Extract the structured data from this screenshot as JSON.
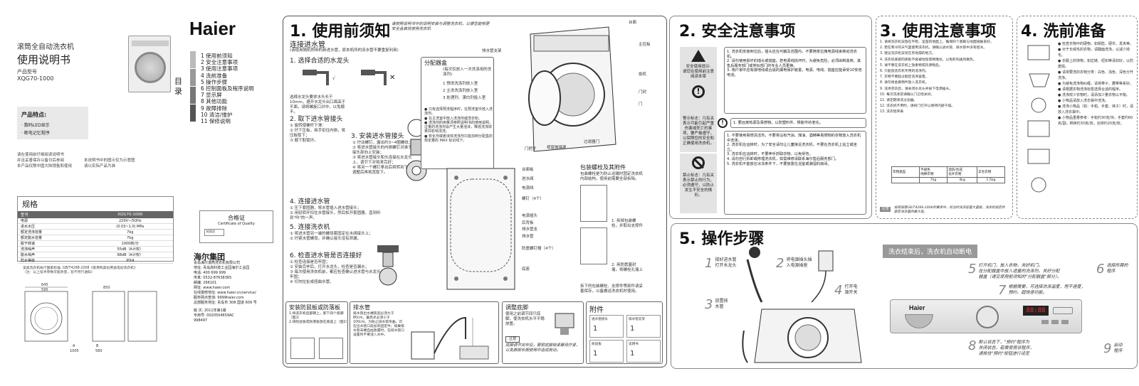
{
  "cover": {
    "sub": "滚筒全自动洗衣机",
    "title": "使用说明书",
    "model_label": "产品型号",
    "model": "XQG70-1000",
    "features_title": "产品特点:",
    "features": [
      "· 数码LED显示",
      "· 断电记忆程序"
    ],
    "note_left": "请在使用前仔细阅读说明书\n并且妥善保存以备日后参阅\n本产品仅限中国大陆销售和使用",
    "note_right": "本说明书中的图示仅为示意图\n请以实际产品为准",
    "spec_title": "规格",
    "spec_header": [
      "型号",
      "XQG70-1000"
    ],
    "spec_rows": [
      [
        "电源",
        "220V~/50Hz"
      ],
      [
        "进水水压",
        "(0.03~1.0) MPa"
      ],
      [
        "额定洗涤容量",
        "7kg"
      ],
      [
        "额定脱水容量",
        "7kg"
      ],
      [
        "脱干转速",
        "1000转/分"
      ],
      [
        "洗涤噪声",
        "55dB（A计权）"
      ],
      [
        "脱水噪声",
        "68dB（A计权）"
      ],
      [
        "防水等级",
        "IPX4"
      ]
    ],
    "std_note": "该类洗衣机执行国家标准: GB/T4288-2008《家用和类似用途电动洗衣机》\n（注：以上技术参数可能改变，恕不另行通知）",
    "dims": [
      "645",
      "595",
      "850",
      "A",
      "B",
      "1005",
      "580"
    ]
  },
  "toc": {
    "brand": "Haier",
    "label": "目录",
    "items": [
      "1  使用前须知",
      "2  安全注意事项",
      "3  使用注意事项",
      "4  洗前准备",
      "5  操作步骤",
      "6  控制面板及程序说明",
      "7  显示屏",
      "8  其他功能",
      "9  故障排除",
      "10  清洁/维护",
      "11  保修说明"
    ],
    "cert_title": "合格证",
    "cert_sub": "Certificate of Quality",
    "cert_tag": "检验员",
    "company_logo": "海尔集团",
    "company": "青岛海尔滚筒洗衣机有限公司\n地址: 青岛高科技工业园海尔工业园\n电话: 400 699 999\n传真: 0532-87638365\n邮编: 266101\n网址: www.haier.com\n在线报修地址: www.haier.cn/service/\n服务网点查询: 9999haier.com\n总部服务地址: 青岛市 308 国道 609 号",
    "edition": "版 次: 2011年第1版\n专用号: 0020504659AC\n998497"
  },
  "section1": {
    "title": "1. 使用前须知",
    "note": "请按照说明书中的说明安装与调整洗衣机，以便您能够更安全且高效使用洗衣机",
    "water_title": "连接进水管",
    "water_note": "(请使用随机附带的新进水管，原本机所的旧水管不要重复利用)",
    "step1": "1. 选择合适的水龙头",
    "step1_caption": "选择水龙头要求水头长于10mm，避开水龙头出口面高于平面，请将螺旋口对中，以免顺不。",
    "step2": "2. 取下进水管接头",
    "step2_list": "① 旋转使螺杆下滑：\n② 拧下压板，用手扣住内侧，将压板取下；\n③ 顺下取锁环。",
    "step3": "3. 安装进水管接头",
    "step3_list": "① 拧动螺钉，露出约3~4圈螺纹；\n② 将进水管接头的内侧螺钉对准于将接头部向上安装；\n③ 将进水管接头和头连接在水龙头上，调节下对将来完好；\n④ 将另一个螺钉拿出后将转到下方，调整后再将其取下。",
    "step4": "4. 连接进水管",
    "step4_list": "① 压下套固器，将水管插入进水管接头；\n② 用轻转环扣住水管接头，然后松开套固器，直到听到\"咔\"的一声。",
    "step5": "5. 连接洗衣机",
    "step5_list": "① 将进水管另一端的螺母套固定在水阀接头上；\n② 拧紧水管螺母，并确认接头没有泄漏。",
    "step6": "6. 检查进水管是否连接好",
    "step6_list": "① 检查连接是否牢固；\n② 安装完毕后，打开水龙头，检查是否漏水；\n③ 每次使用洗衣机前，都应检查确认进水管与水龙头连接牢固；\n④ 切勿拉扯或扭曲水管。",
    "dispenser_title": "分配器盒",
    "dispenser_sub": "(每次仅放入一次洗涤用的洗涤剂)",
    "dispenser_items": [
      "1 预洗洗涤剂放入室",
      "2 主洗洗涤剂放入室",
      "3 处理剂、漂白剂投入室"
    ],
    "dispenser_notes": "● 只有选择预洗程序时，在预洗室中放入洗涤剂。\n● 在主洗室中放入洗涤剂或洗衣粉。\n● 洗涤剂的用量须参照说明书的使用说明，过量的洗涤剂会产生大量泡沫，降低洗涤效果并影响漂洗。\n● 软化剂或者液体洗涤剂只能加到分配盒的规定量的 MAX 标识线下。",
    "parts_top": [
      "台面",
      "主控板",
      "扳机",
      "门",
      "排水管支架",
      "门把手",
      "衣物投入口",
      "视窗玻璃罩",
      "门封",
      "过滤器门"
    ],
    "parts_back": [
      "台面板",
      "进水阀",
      "电源线",
      "螺钉（4个）",
      "电源插头",
      "后背板",
      "排水管支",
      "排水管",
      "防震螺钉帽（4个）",
      "底座"
    ],
    "transport_title": "包装螺栓及其附件",
    "transport_note": "包装螺栓是为防止运输时固定洗衣机内部结构，使用前需要全部拆除。",
    "transport_steps": [
      "1. 拆掉包装螺栓，并取出支撑件",
      "2. 用防震塞封堵，将螺栓孔堵上"
    ],
    "transport_foot": "拆下的包装螺栓、支撑件等部件请妥善保存，以备搬运洗衣机时使用。",
    "install_title": "安装防鼠板或防落板",
    "install_note": "1.将洗衣机后部朝上，卸下四个底脚（图1）\n2.将防鼠板或防落板放在底座上（图2）",
    "drain_title": "排水管",
    "drain_note": "排水管出水端高度必须大于80cm，最高点必须小于100cm。为防止排水管弯曲，可在出水管口处加装固定件；如果排水管末端自由放置时，在排水管口设置时不要浸入水中。",
    "level_title": "调整底脚",
    "level_note": "使用之前调节四只底脚，使洗衣机水平平稳放置。",
    "level_hint": "注意",
    "level_warn": "底脚调节完毕后，要把底脚锁紧螺母拧紧，以免脚部长期使用中造成晃动。",
    "acc_title": "附件",
    "acc_items": [
      [
        "进水管接头",
        "1"
      ],
      [
        "排水管支架",
        "1"
      ],
      [
        "防鼠板",
        "1"
      ],
      [
        "说明书",
        "1"
      ]
    ]
  },
  "section2": {
    "title": "2. 安全注意事项",
    "warn_side": "安全使用提示:\n请您在使用前注意阅读本章",
    "attn_side": "警示标志：凡有关表示可能引起严重伤害或死亡的事项，要严格遵守，以保障您的安全和正确使用洗衣机。",
    "ban_side": "禁止标志：凡有关表示禁止的行为，必须遵守，以防止发生不安全的情形。",
    "warn_list": "1. 洗衣机安装到位后，插头应在可触及范围内，不要随意拉拽电源线来移动洗衣机。\n2. 请勿使用损坏的插头或插座。若电源线损坏时，为避免危险，必须由制造商、其售后服务部门或类似部门的专业人员更换。\n3. 用户家中应有接地线或合适的漏电保护装置，电源、电线、插座应能承受10安培电流。",
    "attn_line": "1. 要远离热源及易燃物，以防塑料件、橡胶件的老化。",
    "ban_list": "1. 不要使用易燃清洁剂，不要将沾有汽油、煤油、酒精等易燃物的衣物放入洗衣机中洗涤。\n2. 洗衣机在运转时，为了安全请勿让儿童接近洗衣机，不要在洗衣机上站立或坐立。\n3. 洗衣机在运转时，不要伸手抓取衣物，以免受伤。\n4. 请勿自行拆卸或修理洗衣机，如需维修请联系海尔售后服务部门。\n5. 洗衣机不能放在冰冻条件下，不要放置在浴室或潮湿的房间。"
  },
  "section3": {
    "title": "3. 使用注意事项",
    "list": "1. 请将洗衣机安放在平稳、坚固的地面上，确保四个底脚与地面接触良好。\n2. 若在寒冷的天气里使用洗衣机，请确认进水管、排水管中没有结冰。\n3. 建议洗衣机安装在有地漏的地方。\n4. 洗衣机底部的底板不能被地毯等物堵住，以免影响通风散热。\n5. 请不要在洗衣机上放重物或热源物品。\n6. 只能放洗衣机专用的洗涤剂。\n7. 衣物不要超过额定洗涤容量。\n8. 请勿将金属物件放入洗衣机。\n9. 洗涤完毕后，请关闭水龙头并拔下电源插头。\n10. 每次洗涤前请确认门已经关好。\n11. 请定期清洗过滤器。\n12. 洗衣机不用时，请将门打开以保持内部干燥。\n13. 洗衣程序表",
    "table_head": [
      "衣物类型",
      "不褪色\n纯棉衣物",
      "混纺/合成\n化纤衣物",
      "羊毛衣物"
    ],
    "table_row": [
      "7kg",
      "4kg",
      "1.5kg"
    ],
    "note_tag": "注意",
    "note": "按照国家GB/T4288-2008的要求中，标注的洗涤容量大量是，洗衣机规定的额定洗涤量的最大值。"
  },
  "section4": {
    "title": "4. 洗前准备",
    "list": "● 检查衣物中的硬物，如钥匙、硬币、发夹等。\n● 对于长绒毛的衣物，请翻面洗涤，以减少掉毛。\n● 衣服上的饰物，如拉链、纽扣等请扣好，以防磨损。\n● 请将要洗的衣物分类：白色、浅色、深色分开洗涤。\n● 为避免洗涤物纠缠，请将带子、腰带等系好。\n● 请根据衣物洗涤标签选择合适的程序。\n● 洗涤较少衣物时，请添加少量衣物以平衡。\n● 小物品请放入洗衣袋中洗涤。\n● 洗涤小物品（如：手帕、手套、袜子）时，请放入洗衣袋中。\n● 小物品重量参考：手帕约30克/块，手套约60克/副，棉袜约30克/双，丝袜约20克/双。"
  },
  "section5": {
    "title": "5. 操作步骤",
    "banner": "洗衣结束后，洗衣机自动断电",
    "steps": [
      [
        "1",
        "接好进水管\n打开水龙头"
      ],
      [
        "2",
        "将电源插头插\n入电源插座"
      ],
      [
        "3",
        "放置排\n水管"
      ],
      [
        "4",
        "打开电\n源开关"
      ],
      [
        "5",
        "打开机门，放入衣物，关好机门。\n在分配器盒中放入适量的洗涤剂，关好分配\n器盒（请见使用前须知的\"分配器盒\"部分）。"
      ],
      [
        "6",
        "选择所需的\n程序"
      ],
      [
        "7",
        "根据需要，可选择洗涤温度，甩干速度，\n预约、超快速功能。"
      ],
      [
        "8",
        "默认状态下，\"预约\"程序为\n关闭状态，若需使用该程序，\n请按住\"预约\"按钮进行设定"
      ],
      [
        "9",
        "启动\n程序"
      ]
    ],
    "brand": "Haier",
    "display": "88:88"
  }
}
